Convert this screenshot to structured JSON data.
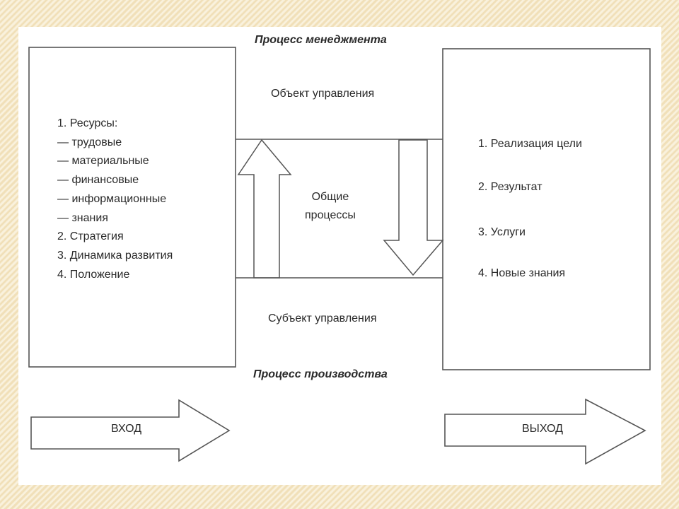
{
  "diagram": {
    "top_label": "Процесс менеджмента",
    "bottom_label": "Процесс производства",
    "object_label": "Объект управления",
    "subject_label": "Субъект управления",
    "center_label": [
      "Общие",
      "процессы"
    ],
    "input_box": {
      "lines": [
        "1. Ресурсы:",
        "— трудовые",
        "— материальные",
        "— финансовые",
        "— информационные",
        "— знания",
        "2. Стратегия",
        "3. Динамика развития",
        "4. Положение"
      ]
    },
    "output_box": {
      "items": [
        "1. Реализация цели",
        "2. Результат",
        "3. Услуги",
        "4. Новые знания"
      ]
    },
    "input_arrow_label": "ВХОД",
    "output_arrow_label": "ВЫХОД"
  },
  "colors": {
    "background": "#f6e8c6",
    "line": "#555555",
    "text": "#2a2a2a"
  }
}
